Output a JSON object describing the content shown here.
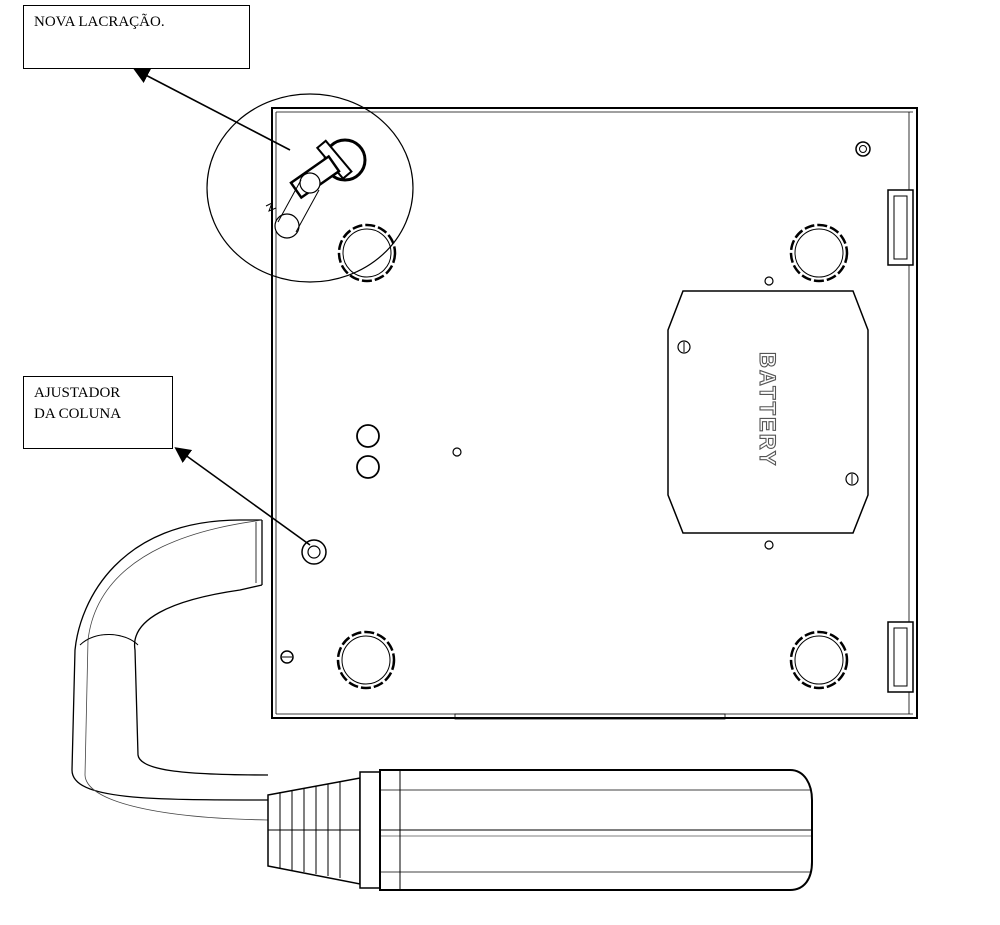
{
  "callouts": {
    "seal": {
      "text": "NOVA LACRAÇÃO."
    },
    "column_adjuster": {
      "line1": "AJUSTADOR",
      "line2": "DA COLUNA"
    }
  },
  "device": {
    "battery_label": "BATTERY"
  },
  "colors": {
    "line": "#000000",
    "background": "#ffffff",
    "label": "#777777"
  }
}
